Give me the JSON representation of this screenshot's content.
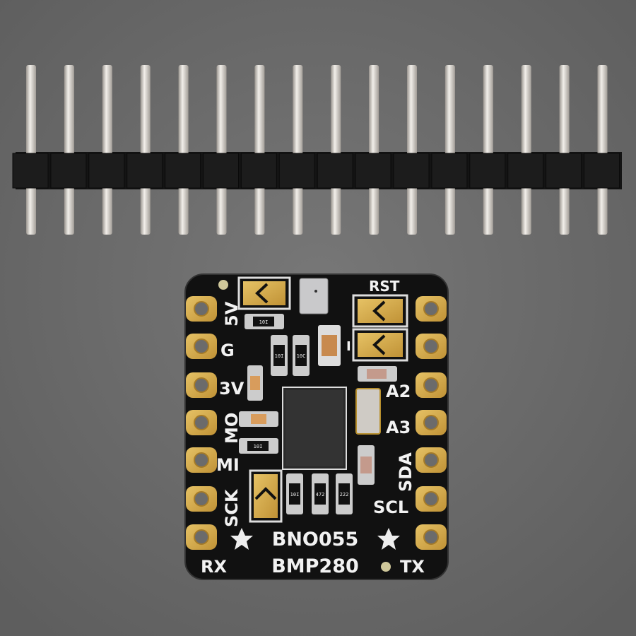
{
  "header": {
    "pin_count": 16
  },
  "board": {
    "left_labels": {
      "v5": "5V",
      "g": "G",
      "v3": "3V",
      "mo": "MO",
      "mi": "MI",
      "sck": "SCK",
      "rx": "RX"
    },
    "right_labels": {
      "rst": "RST",
      "i": "I",
      "a2": "A2",
      "a3": "A3",
      "sda": "SDA",
      "scl": "SCL",
      "tx": "TX"
    },
    "title1": "BNO055",
    "title2": "BMP280",
    "resistor_codes": {
      "r1": "10I",
      "r2": "10I",
      "r3": "10C",
      "r4": "10I",
      "r5": "10I",
      "r6": "472",
      "r7": "222"
    }
  },
  "colors": {
    "background": "#6b6b6b",
    "pcb": "#111111",
    "gold": "#d4a94a",
    "silver": "#d8d4cf"
  }
}
